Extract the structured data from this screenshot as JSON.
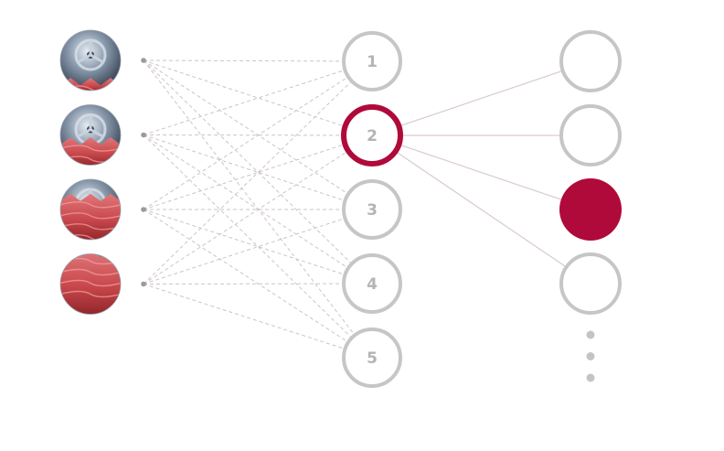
{
  "colors": {
    "accent": "#b00a3a",
    "node_ring": "#c6c6c6",
    "node_label": "#b4b4b4",
    "edge_dashed": "#cdc3cd",
    "edge_solid": "#d9c9d4",
    "drum_red": "#d65a5c",
    "drum_metal": "#7f8ea0"
  },
  "diagram": {
    "inputs": [
      {
        "fill_fraction": 0.15
      },
      {
        "fill_fraction": 0.4
      },
      {
        "fill_fraction": 0.7
      },
      {
        "fill_fraction": 1.0
      }
    ],
    "hidden": [
      {
        "label": "1",
        "active": false
      },
      {
        "label": "2",
        "active": true
      },
      {
        "label": "3",
        "active": false
      },
      {
        "label": "4",
        "active": false
      },
      {
        "label": "5",
        "active": false
      }
    ],
    "outputs": [
      {
        "selected": false
      },
      {
        "selected": false
      },
      {
        "selected": true
      },
      {
        "selected": false
      }
    ],
    "ellipsis_dots": 3
  }
}
